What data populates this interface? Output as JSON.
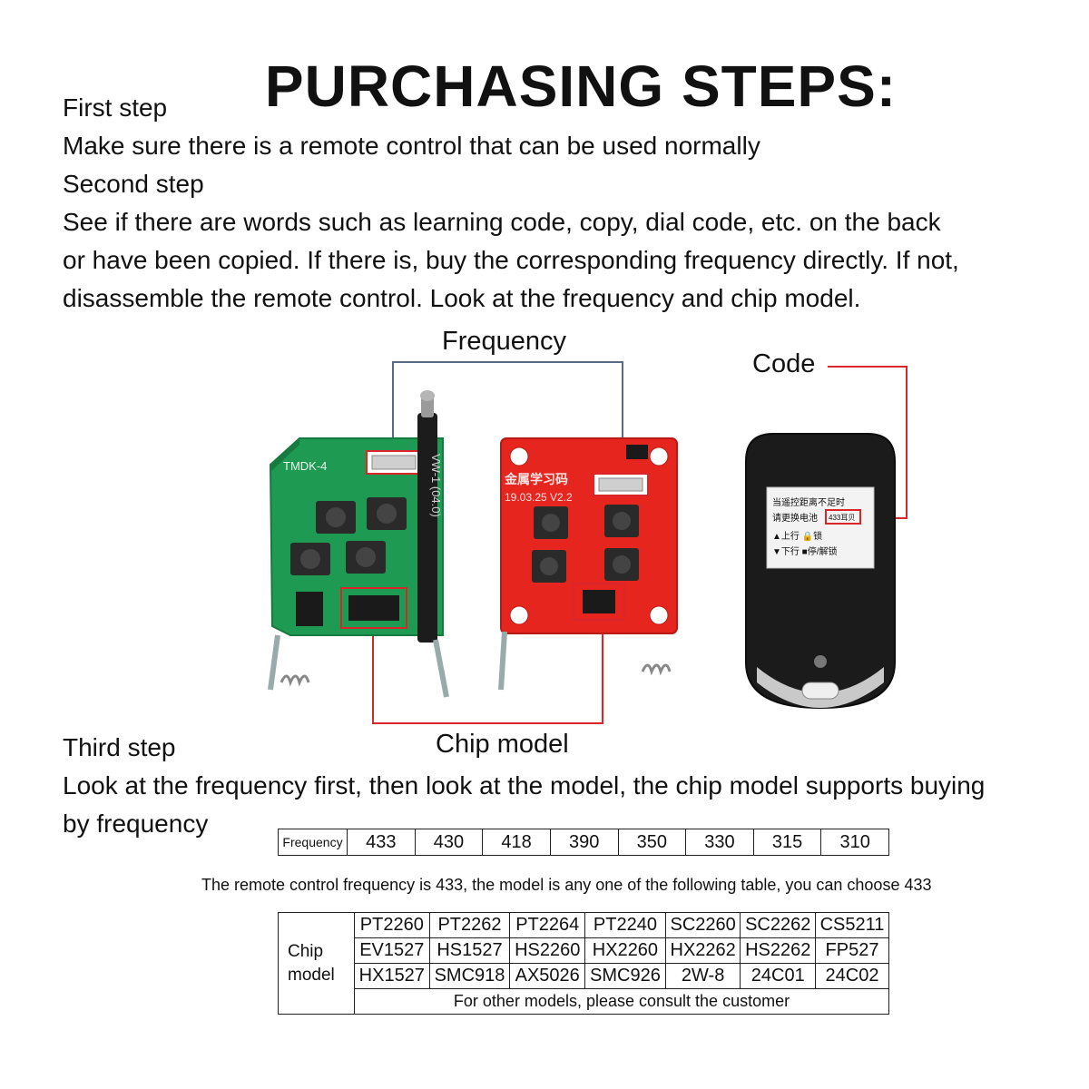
{
  "title": "PURCHASING STEPS:",
  "steps": {
    "first_heading": "First step",
    "first_text": "Make sure there is a remote control that can be used normally",
    "second_heading": "Second step",
    "second_line1": "See if there are words such as learning code, copy, dial code, etc. on the back",
    "second_line2": "or have been copied. If there is, buy the corresponding frequency directly. If not,",
    "second_line3": "disassemble the remote control. Look at the frequency and chip model.",
    "third_heading": "Third step",
    "third_line1": "Look at the frequency first, then look at the model, the chip model supports buying",
    "third_line2": "by frequency"
  },
  "diagram": {
    "frequency_label": "Frequency",
    "code_label": "Code",
    "chip_model_label": "Chip model",
    "board1_label": "TMDK-4",
    "board2_label": "金属学习码",
    "board2_date": "19.03.25 V2.2",
    "antenna_label": "VW-1 (04.0)",
    "back_label_line1": "当遥控距离不足时",
    "back_label_line2": "请更换电池",
    "back_label_badge": "433耳贝",
    "back_label_line3": "▲上行 🔒锁 ",
    "back_label_line4": "▼下行 ■停/解锁"
  },
  "freq_table": {
    "header": "Frequency",
    "values": [
      "433",
      "430",
      "418",
      "390",
      "350",
      "330",
      "315",
      "310"
    ]
  },
  "note": "The remote control frequency is 433, the model is any one of the following table, you can choose 433",
  "chip_table": {
    "header_line1": "Chip",
    "header_line2": "model",
    "rows": [
      [
        "PT2260",
        "PT2262",
        "PT2264",
        "PT2240",
        "SC2260",
        "SC2262",
        "CS5211"
      ],
      [
        "EV1527",
        "HS1527",
        "HS2260",
        "HX2260",
        "HX2262",
        "HS2262",
        "FP527"
      ],
      [
        "HX1527",
        "SMC918",
        "AX5026",
        "SMC926",
        "2W-8",
        "24C01",
        "24C02"
      ]
    ],
    "footer": "For other models, please consult the customer"
  },
  "colors": {
    "green_pcb": "#1f9a52",
    "red_pcb": "#e6251f",
    "remote_body": "#1b1b1b",
    "callout_frame": "#5a6b88",
    "callout_red": "#d9262b"
  }
}
